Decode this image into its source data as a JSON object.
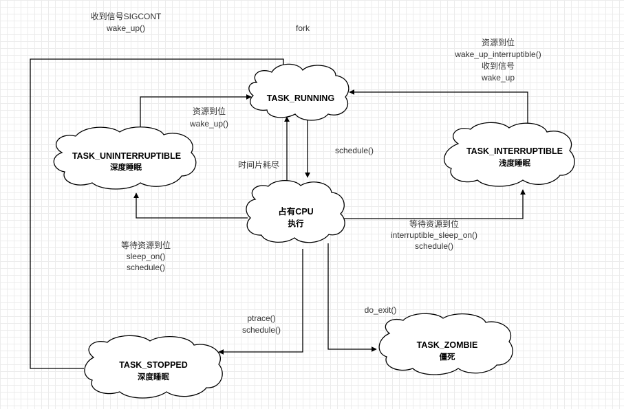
{
  "nodes": {
    "running": {
      "title": "TASK_RUNNING"
    },
    "uninterruptible": {
      "title": "TASK_UNINTERRUPTIBLE",
      "sub": "深度睡眠"
    },
    "interruptible": {
      "title": "TASK_INTERRUPTIBLE",
      "sub": "浅度睡眠"
    },
    "cpu": {
      "title": "占有CPU",
      "sub": "执行"
    },
    "stopped": {
      "title": "TASK_STOPPED",
      "sub": "深度睡眠"
    },
    "zombie": {
      "title": "TASK_ZOMBIE",
      "sub": "僵死"
    }
  },
  "labels": {
    "sigcont": [
      "收到信号SIGCONT",
      "wake_up()"
    ],
    "fork": [
      "fork"
    ],
    "wake_interruptible": [
      "资源到位",
      "wake_up_interruptible()",
      "收到信号",
      "wake_up"
    ],
    "wake_uninterruptible": [
      "资源到位",
      "wake_up()"
    ],
    "schedule": [
      "schedule()"
    ],
    "timeslice": [
      "时间片耗尽"
    ],
    "sleep_interruptible": [
      "等待资源到位",
      "interruptible_sleep_on()",
      "schedule()"
    ],
    "sleep_on": [
      "等待资源到位",
      "sleep_on()",
      "schedule()"
    ],
    "ptrace": [
      "ptrace()",
      "schedule()"
    ],
    "do_exit": [
      "do_exit()"
    ]
  }
}
